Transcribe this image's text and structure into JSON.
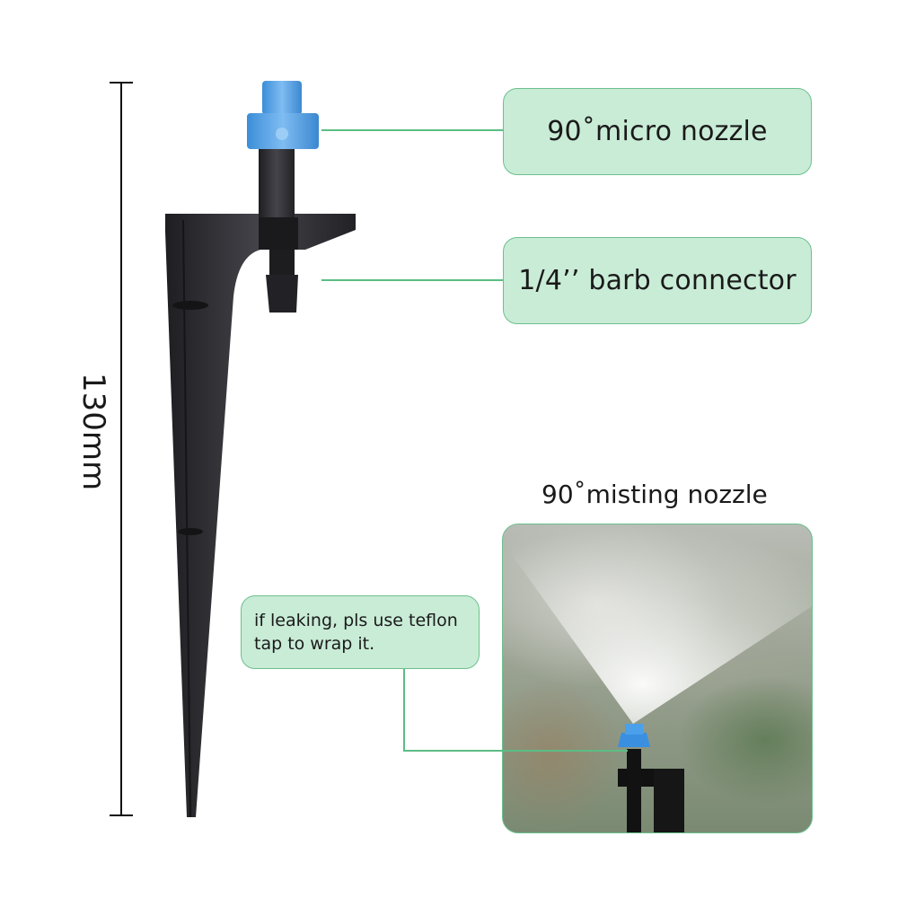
{
  "dimension": {
    "label": "130mm"
  },
  "callouts": {
    "micro_nozzle": "90˚micro nozzle",
    "barb_connector": "1/4’’ barb connector",
    "teflon_note_line1": "if leaking, pls use teflon",
    "teflon_note_line2": "tap to wrap it."
  },
  "photo": {
    "title": "90˚misting nozzle"
  },
  "colors": {
    "callout_fill": "#c9ecd6",
    "callout_border": "#6cc08e",
    "leader": "#5bbd84",
    "nozzle_blue": "#4a9be0",
    "stake_black": "#2a2a2e"
  }
}
